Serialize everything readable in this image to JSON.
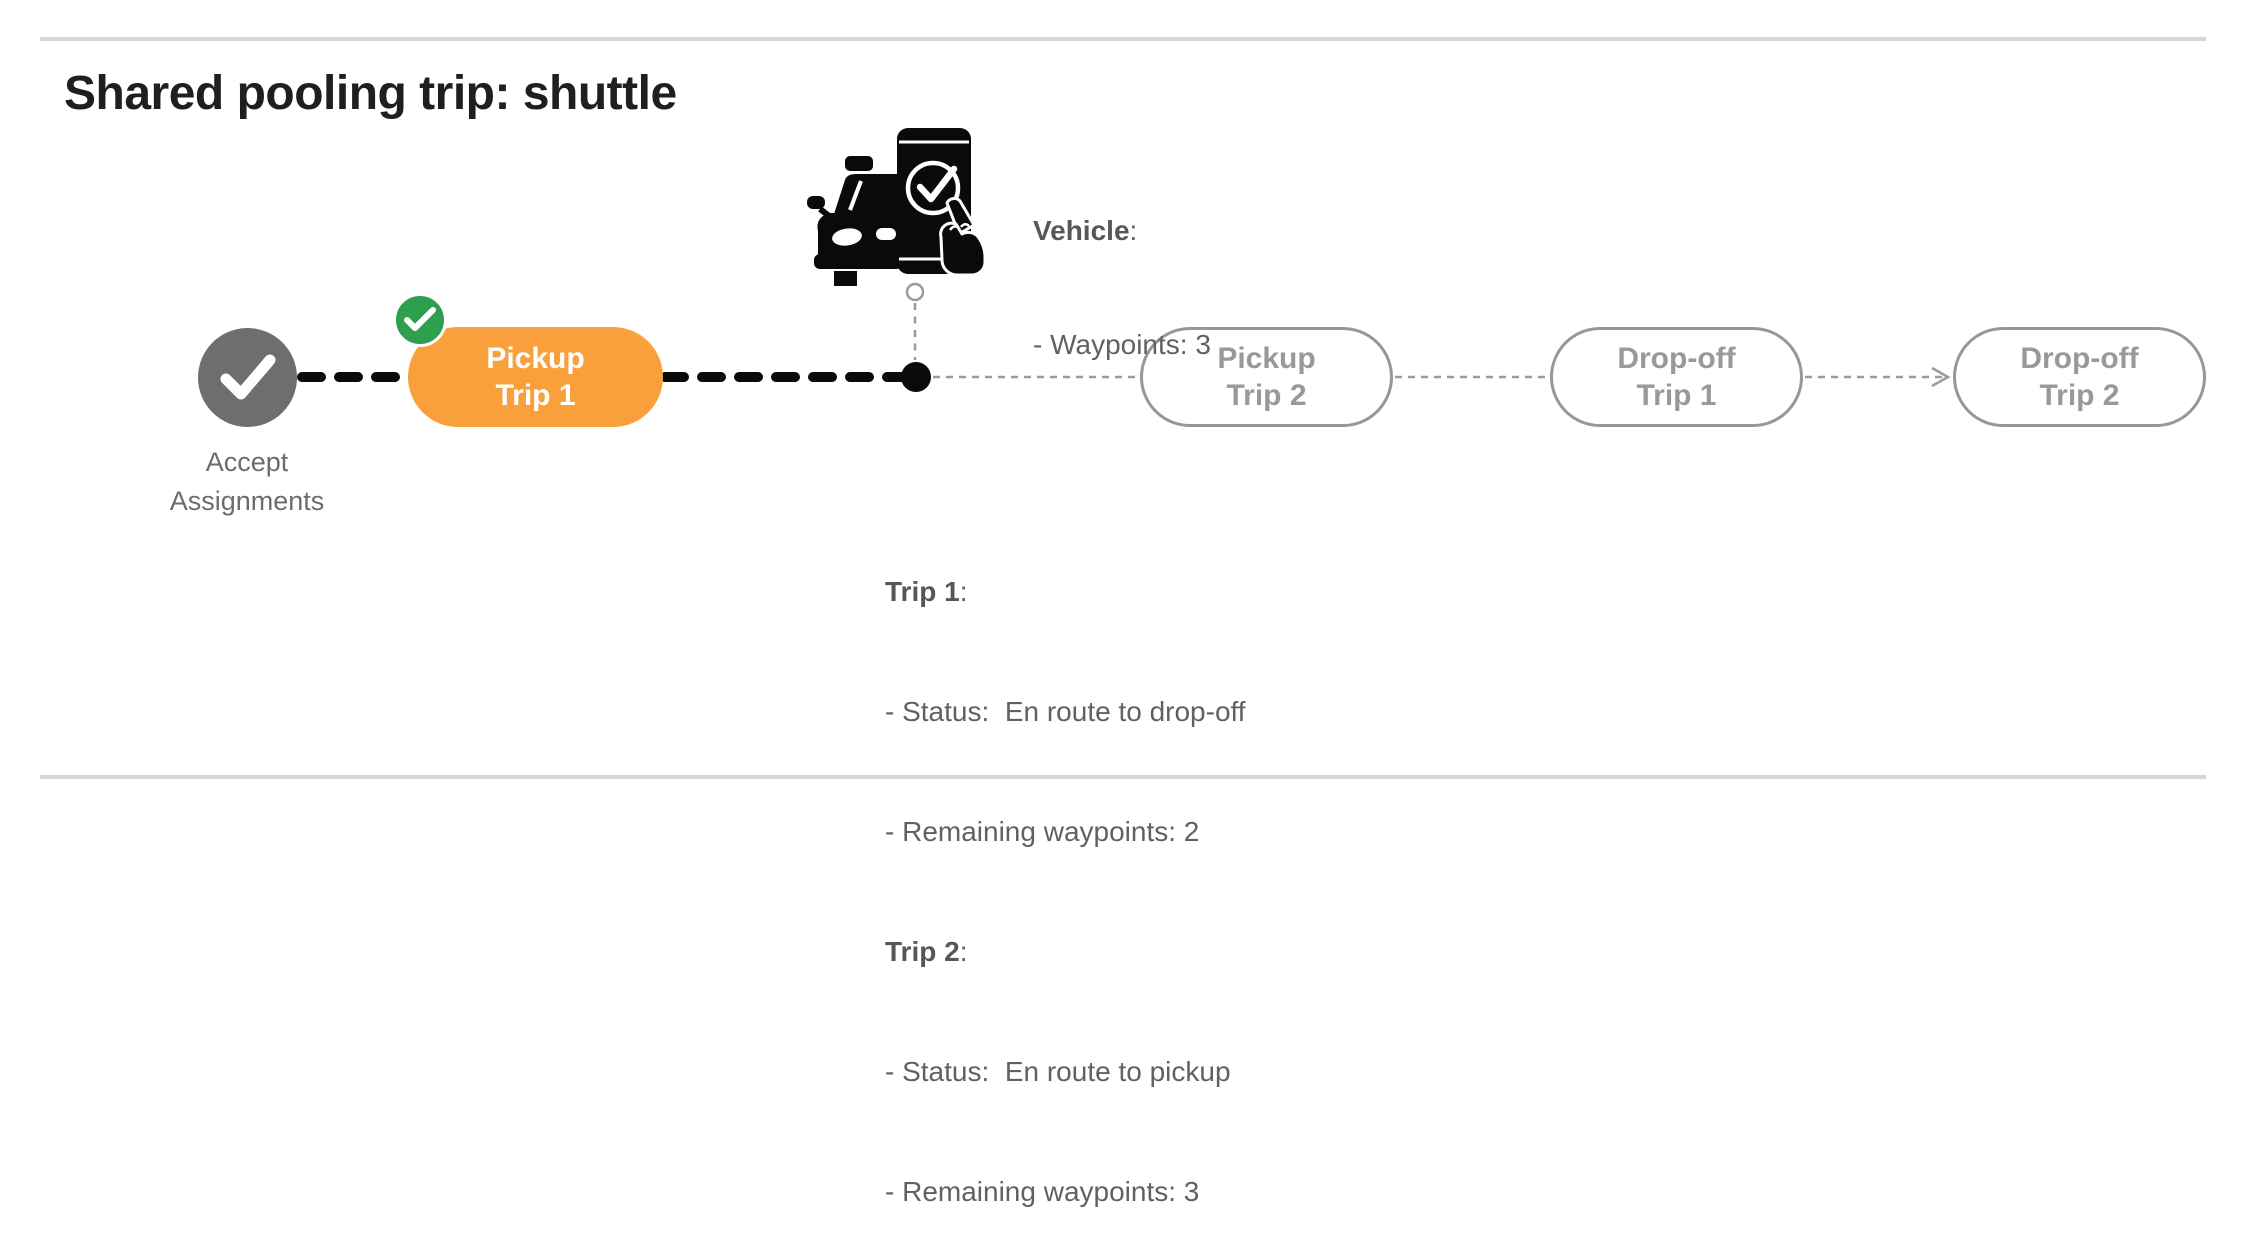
{
  "title": "Shared pooling trip: shuttle",
  "colors": {
    "accent_orange": "#F9A03C",
    "badge_green": "#2E9E4F",
    "completed_node_gray": "#6E6E6E",
    "upcoming_outline_gray": "#95989B",
    "upcoming_text_gray": "#97999C",
    "label_gray": "#6A6D70",
    "body_text_gray": "#5E6165",
    "connector_black": "#0A0A0A",
    "connector_gray": "#9B9B9B",
    "rule_gray": "#D8D8D8",
    "title_black": "#1F1F1F"
  },
  "vehicle_panel": {
    "icon": "car-phone-check-icon",
    "header": "Vehicle",
    "colon": ":",
    "lines": [
      "- Waypoints: 3"
    ]
  },
  "timeline": {
    "nodes": [
      {
        "id": "accept-assignments",
        "type": "completed-milestone",
        "icon": "check-icon",
        "label": "Accept\nAssignments"
      },
      {
        "id": "pickup-trip-1",
        "type": "completed-stop",
        "badge_icon": "check-icon",
        "label": "Pickup\nTrip 1"
      },
      {
        "id": "vehicle-position",
        "type": "current-position-dot",
        "icon": "car-phone-check-icon"
      },
      {
        "id": "pickup-trip-2",
        "type": "upcoming-stop",
        "label": "Pickup\nTrip 2"
      },
      {
        "id": "drop-off-trip-1",
        "type": "upcoming-stop",
        "label": "Drop-off\nTrip 1"
      },
      {
        "id": "drop-off-trip-2",
        "type": "upcoming-stop",
        "label": "Drop-off\nTrip 2"
      }
    ]
  },
  "trip_status": [
    {
      "header": "Trip 1",
      "colon": ":",
      "lines": [
        "- Status:  En route to drop-off",
        "- Remaining waypoints: 2"
      ]
    },
    {
      "header": "Trip 2",
      "colon": ":",
      "lines": [
        "- Status:  En route to pickup",
        "- Remaining waypoints: 3"
      ]
    }
  ]
}
